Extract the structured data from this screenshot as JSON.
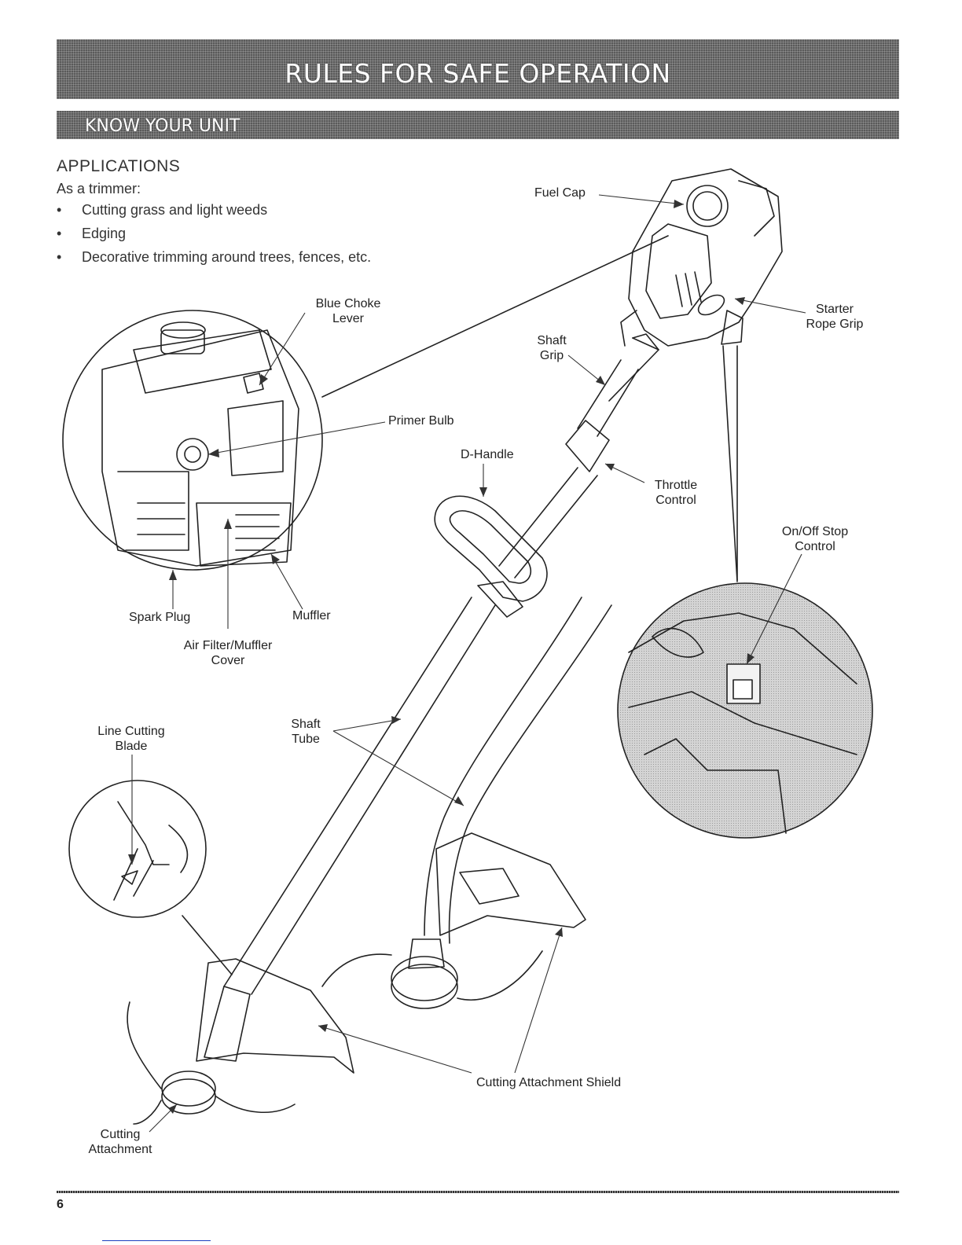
{
  "header": {
    "title": "RULES FOR SAFE OPERATION",
    "section": "KNOW YOUR UNIT"
  },
  "applications": {
    "heading": "APPLICATIONS",
    "intro": "As a trimmer:",
    "items": [
      "Cutting grass and light weeds",
      "Edging",
      "Decorative trimming around trees, fences, etc."
    ]
  },
  "labels": {
    "fuel_cap": "Fuel Cap",
    "blue_choke_1": "Blue Choke",
    "blue_choke_2": "Lever",
    "starter_1": "Starter",
    "starter_2": "Rope Grip",
    "shaft_grip_1": "Shaft",
    "shaft_grip_2": "Grip",
    "primer_bulb": "Primer Bulb",
    "d_handle": "D-Handle",
    "throttle_1": "Throttle",
    "throttle_2": "Control",
    "onoff_1": "On/Off Stop",
    "onoff_2": "Control",
    "spark_plug": "Spark Plug",
    "muffler": "Muffler",
    "air_filter_1": "Air Filter/Muffler",
    "air_filter_2": "Cover",
    "line_blade_1": "Line Cutting",
    "line_blade_2": "Blade",
    "shaft_tube_1": "Shaft",
    "shaft_tube_2": "Tube",
    "shield": "Cutting Attachment Shield",
    "cutting_1": "Cutting",
    "cutting_2": "Attachment"
  },
  "footer": {
    "page_number": "6"
  },
  "colors": {
    "banner": "#5a5a5a",
    "line_art": "#222222",
    "detail_fill": "#d9d9d9"
  }
}
